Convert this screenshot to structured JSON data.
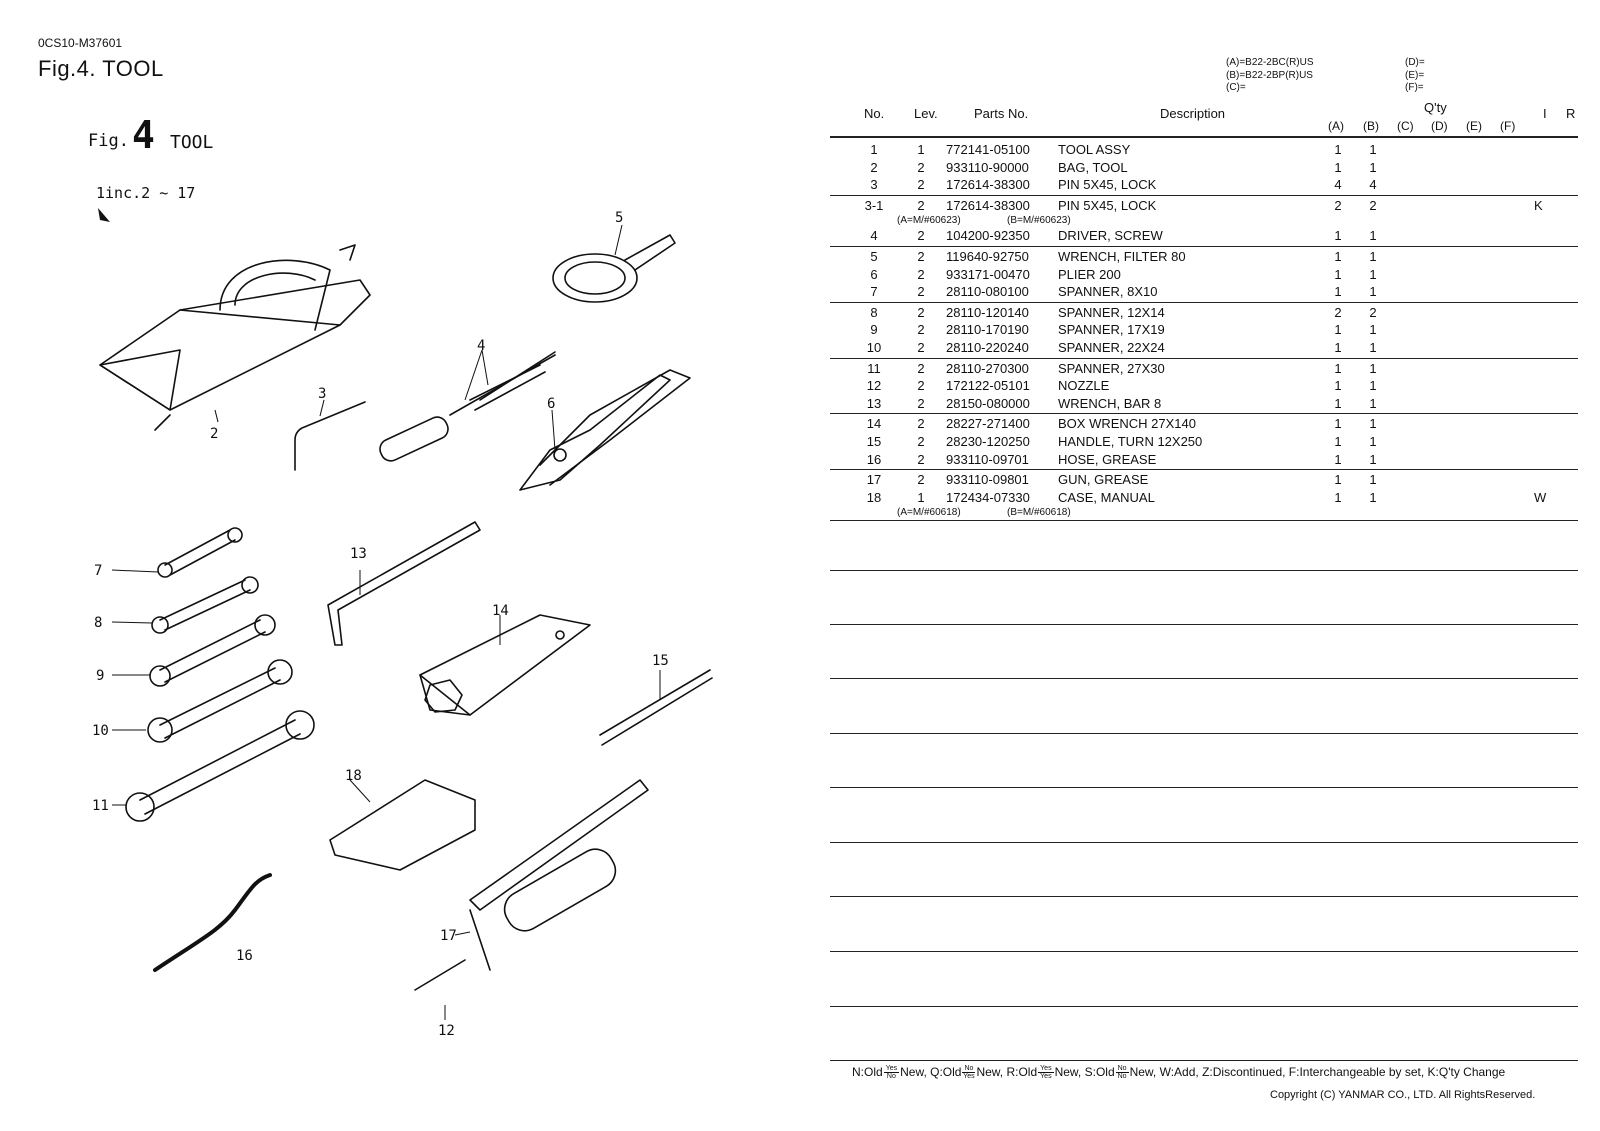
{
  "header": {
    "doc_code": "0CS10-M37601",
    "fig_title": "Fig.4.  TOOL"
  },
  "illustration": {
    "fig_word": "Fig.",
    "fig_number": "4",
    "fig_name": "TOOL",
    "inc_note": "1inc.2 ~ 17",
    "callouts": [
      "2",
      "3",
      "4",
      "5",
      "6",
      "7",
      "8",
      "9",
      "10",
      "11",
      "12",
      "13",
      "14",
      "15",
      "16",
      "17",
      "18"
    ]
  },
  "legend": {
    "left": [
      "(A)=B22-2BC(R)US",
      "(B)=B22-2BP(R)US",
      "(C)="
    ],
    "right": [
      "(D)=",
      "(E)=",
      "(F)="
    ]
  },
  "table": {
    "headers": {
      "no": "No.",
      "lev": "Lev.",
      "parts_no": "Parts No.",
      "description": "Description",
      "qty": "Q'ty",
      "i": "I",
      "r": "R",
      "a": "(A)",
      "b": "(B)",
      "c": "(C)",
      "d": "(D)",
      "e": "(E)",
      "f": "(F)"
    },
    "rows": [
      {
        "no": "1",
        "lev": "1",
        "pn": "772141-05100",
        "desc": "TOOL ASSY",
        "a": "1",
        "b": "1",
        "ir": ""
      },
      {
        "no": "2",
        "lev": "2",
        "pn": "933110-90000",
        "desc": "BAG, TOOL",
        "a": "1",
        "b": "1",
        "ir": ""
      },
      {
        "no": "3",
        "lev": "2",
        "pn": "172614-38300",
        "desc": "PIN 5X45, LOCK",
        "a": "4",
        "b": "4",
        "ir": ""
      },
      {
        "no": "3-1",
        "lev": "2",
        "pn": "172614-38300",
        "desc": "PIN 5X45, LOCK",
        "a": "2",
        "b": "2",
        "ir": "K"
      },
      {
        "no": "4",
        "lev": "2",
        "pn": "104200-92350",
        "desc": "DRIVER, SCREW",
        "a": "1",
        "b": "1",
        "ir": ""
      },
      {
        "no": "5",
        "lev": "2",
        "pn": "119640-92750",
        "desc": "WRENCH, FILTER 80",
        "a": "1",
        "b": "1",
        "ir": ""
      },
      {
        "no": "6",
        "lev": "2",
        "pn": "933171-00470",
        "desc": "PLIER 200",
        "a": "1",
        "b": "1",
        "ir": ""
      },
      {
        "no": "7",
        "lev": "2",
        "pn": "28110-080100",
        "desc": "SPANNER, 8X10",
        "a": "1",
        "b": "1",
        "ir": ""
      },
      {
        "no": "8",
        "lev": "2",
        "pn": "28110-120140",
        "desc": "SPANNER, 12X14",
        "a": "2",
        "b": "2",
        "ir": ""
      },
      {
        "no": "9",
        "lev": "2",
        "pn": "28110-170190",
        "desc": "SPANNER, 17X19",
        "a": "1",
        "b": "1",
        "ir": ""
      },
      {
        "no": "10",
        "lev": "2",
        "pn": "28110-220240",
        "desc": "SPANNER, 22X24",
        "a": "1",
        "b": "1",
        "ir": ""
      },
      {
        "no": "11",
        "lev": "2",
        "pn": "28110-270300",
        "desc": "SPANNER, 27X30",
        "a": "1",
        "b": "1",
        "ir": ""
      },
      {
        "no": "12",
        "lev": "2",
        "pn": "172122-05101",
        "desc": "NOZZLE",
        "a": "1",
        "b": "1",
        "ir": ""
      },
      {
        "no": "13",
        "lev": "2",
        "pn": "28150-080000",
        "desc": "WRENCH, BAR 8",
        "a": "1",
        "b": "1",
        "ir": ""
      },
      {
        "no": "14",
        "lev": "2",
        "pn": "28227-271400",
        "desc": "BOX WRENCH 27X140",
        "a": "1",
        "b": "1",
        "ir": ""
      },
      {
        "no": "15",
        "lev": "2",
        "pn": "28230-120250",
        "desc": "HANDLE, TURN 12X250",
        "a": "1",
        "b": "1",
        "ir": ""
      },
      {
        "no": "16",
        "lev": "2",
        "pn": "933110-09701",
        "desc": "HOSE, GREASE",
        "a": "1",
        "b": "1",
        "ir": ""
      },
      {
        "no": "17",
        "lev": "2",
        "pn": "933110-09801",
        "desc": "GUN, GREASE",
        "a": "1",
        "b": "1",
        "ir": ""
      },
      {
        "no": "18",
        "lev": "1",
        "pn": "172434-07330",
        "desc": "CASE, MANUAL",
        "a": "1",
        "b": "1",
        "ir": "W"
      }
    ],
    "notes": {
      "row_3_1": {
        "a": "(A=M/#60623)",
        "b": "(B=M/#60623)"
      },
      "row_18": {
        "a": "(A=M/#60618)",
        "b": "(B=M/#60618)"
      }
    }
  },
  "footer": {
    "codes": [
      {
        "code": "N:Old",
        "top": "Yes",
        "bottom": "No",
        "after": "New,"
      },
      {
        "code": "Q:Old",
        "top": "No",
        "bottom": "Yes",
        "after": "New,"
      },
      {
        "code": "R:Old",
        "top": "Yes",
        "bottom": "Yes",
        "after": "New,"
      },
      {
        "code": "S:Old",
        "top": "No",
        "bottom": "No",
        "after": "New,"
      }
    ],
    "tail": "W:Add, Z:Discontinued, F:Interchangeable by set, K:Q'ty Change",
    "copyright": "Copyright (C)  YANMAR CO., LTD. All RightsReserved."
  }
}
